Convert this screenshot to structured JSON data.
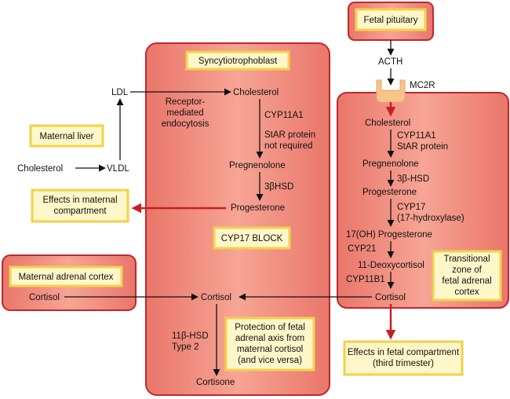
{
  "colors": {
    "panel_fill": "#f39a88",
    "panel_stroke": "#c0282b",
    "label_fill": "#fff7c9",
    "label_stroke": "#f1d24b",
    "black_arrow": "#111111",
    "red_arrow": "#c81e23",
    "receptor": "#f9c48a"
  },
  "panels": {
    "syncytiotrophoblast": "Syncytiotrophoblast",
    "maternal_adrenal": "Maternal adrenal cortex",
    "transitional_zone": "Transitional\nzone of\nfetal adrenal\ncortex"
  },
  "labels": {
    "fetal_pituitary": "Fetal pituitary",
    "maternal_liver": "Maternal liver",
    "effects_maternal": "Effects in maternal\ncompartment",
    "cyp17_block": "CYP17 BLOCK",
    "protection": "Protection of fetal\nadrenal axis from\nmaternal cortisol\n(and vice versa)",
    "effects_fetal": "Effects in fetal compartment\n(third trimester)"
  },
  "maternal": {
    "ldl": "LDL",
    "vldl": "VLDL",
    "cholesterol": "Cholesterol",
    "receptor_endo": "Receptor-\nmediated\nendocytosis",
    "cortisol": "Cortisol"
  },
  "placenta": {
    "cholesterol": "Cholesterol",
    "cyp11a1": "CYP11A1",
    "star": "StAR protein\nnot required",
    "pregnenolone": "Pregnenolone",
    "hsd": "3βHSD",
    "progesterone": "Progesterone",
    "cortisol": "Cortisol",
    "hsd11b": "11β-HSD\nType 2",
    "cortisone": "Cortisone"
  },
  "fetal": {
    "acth": "ACTH",
    "mc2r": "MC2R",
    "cholesterol": "Cholesterol",
    "cyp11a1": "CYP11A1\nStAR protein",
    "pregnenolone": "Pregnenolone",
    "hsd": "3β-HSD",
    "progesterone": "Progesterone",
    "cyp17": "CYP17\n(17-hydroxylase)",
    "oh_progesterone": "17(OH) Progesterone",
    "cyp21": "CYP21",
    "deoxycortisol": "11-Deoxycortisol",
    "cyp11b1": "CYP11B1",
    "cortisol": "Cortisol"
  }
}
